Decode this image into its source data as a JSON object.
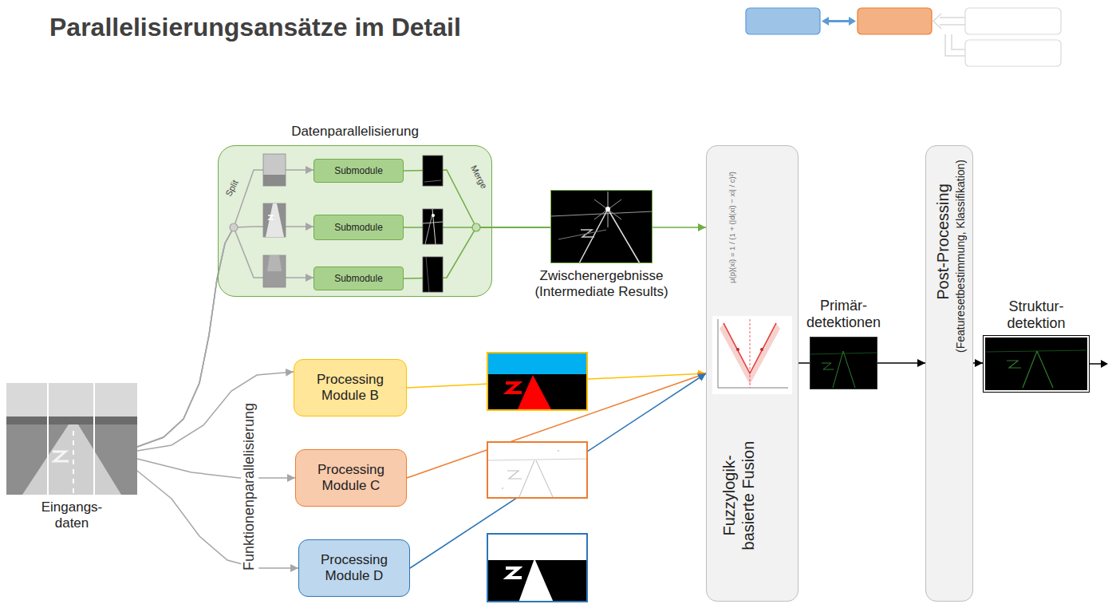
{
  "diagram": {
    "title": "Parallelisierungsansätze im Detail",
    "nodes": [
      {
        "text": [
          "Datenparallelisierung"
        ]
      },
      {
        "text": [
          "Submodule"
        ],
        "in": 0
      },
      {
        "text": [
          "Submodule"
        ],
        "in": 0
      },
      {
        "text": [
          "Submodule"
        ],
        "in": 0
      },
      {
        "text": [
          "Zwischenergebnisse (Intermediate Results)"
        ]
      },
      {
        "text": [
          "Eingangs- daten"
        ]
      },
      {
        "text": [
          "Processing Module B"
        ]
      },
      {
        "text": [
          "Processing Module C"
        ]
      },
      {
        "text": [
          "Processing Module D"
        ]
      },
      {
        "text": [
          "Fuzzylogik- basierte Fusion"
        ]
      },
      {
        "text": [
          "Primär- detektionen"
        ]
      },
      {
        "text": [
          "Post-Processing",
          "(Featuresetbestimmung, Klassifikation)"
        ]
      },
      {
        "text": [
          "Struktur- detektion"
        ]
      }
    ],
    "edges": [
      {
        "from": 5,
        "to": 1,
        "arrow": "to"
      },
      {
        "from": 5,
        "to": 2,
        "arrow": "to"
      },
      {
        "from": 5,
        "to": 3,
        "arrow": "to"
      },
      {
        "from": 1,
        "to": 4,
        "arrow": "none"
      },
      {
        "from": 2,
        "to": 4,
        "arrow": "none"
      },
      {
        "from": 3,
        "to": 4,
        "arrow": "none"
      },
      {
        "from": 4,
        "to": 9,
        "arrow": "to"
      },
      {
        "from": 5,
        "to": 6,
        "arrow": "to"
      },
      {
        "from": 5,
        "to": 7,
        "arrow": "to"
      },
      {
        "from": 5,
        "to": 8,
        "arrow": "to"
      },
      {
        "from": 6,
        "to": 9,
        "arrow": "to"
      },
      {
        "from": 7,
        "to": 9,
        "arrow": "to"
      },
      {
        "from": 8,
        "to": 9,
        "arrow": "to"
      },
      {
        "from": 9,
        "to": 10,
        "arrow": "none"
      },
      {
        "from": 10,
        "to": 11,
        "arrow": "to"
      },
      {
        "from": 11,
        "to": 12,
        "arrow": "to"
      }
    ],
    "labels": [
      "Split",
      "Merge",
      "Funktionenparallelisierung",
      "μ(p)(xi) = 1 / (1 + (|d(xi) − xi| / c)²)"
    ]
  }
}
